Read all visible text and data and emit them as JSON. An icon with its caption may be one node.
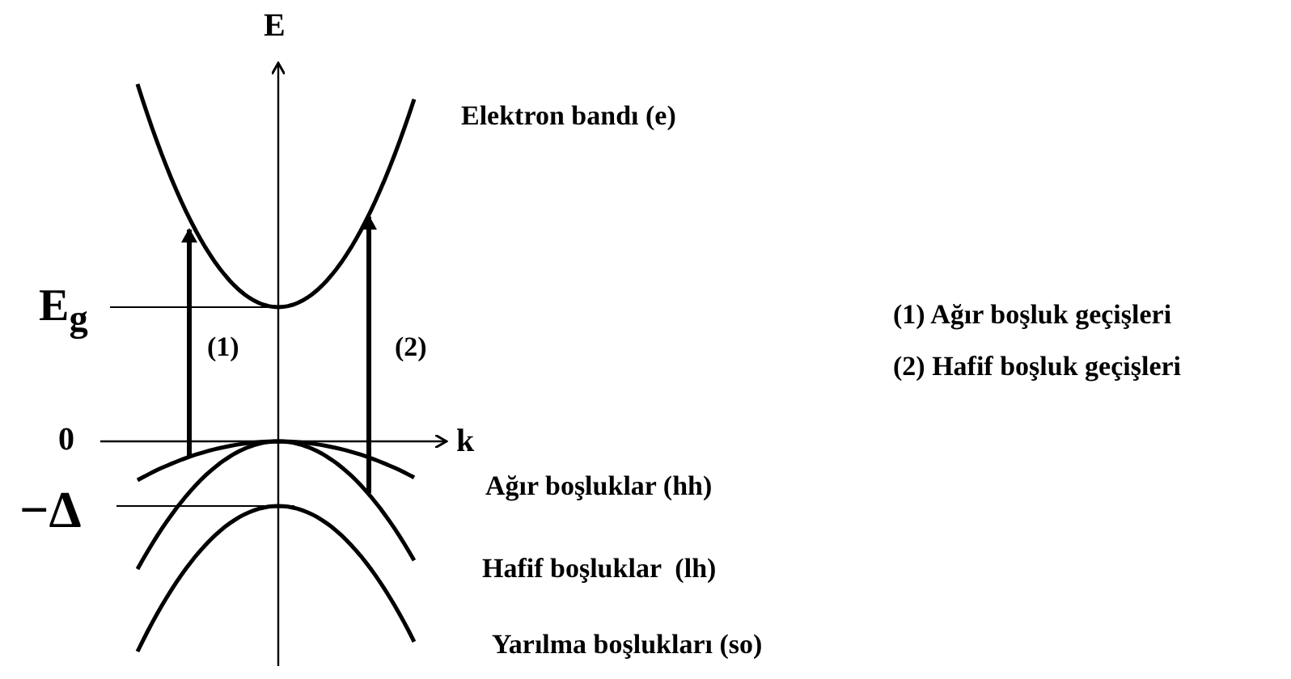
{
  "diagram": {
    "labels": [
      "E",
      "Elektron bandı (e)",
      "E$_{g}$",
      "(1)",
      "(2)",
      "(1) Ağır boşluk geçişleri",
      "(2) Hafif boşluk geçişleri",
      "0",
      "k",
      "−Δ",
      "Ağır boşluklar (hh)",
      "Hafif boşluklar  (lh)",
      "Yarılma boşlukları (so)"
    ]
  }
}
